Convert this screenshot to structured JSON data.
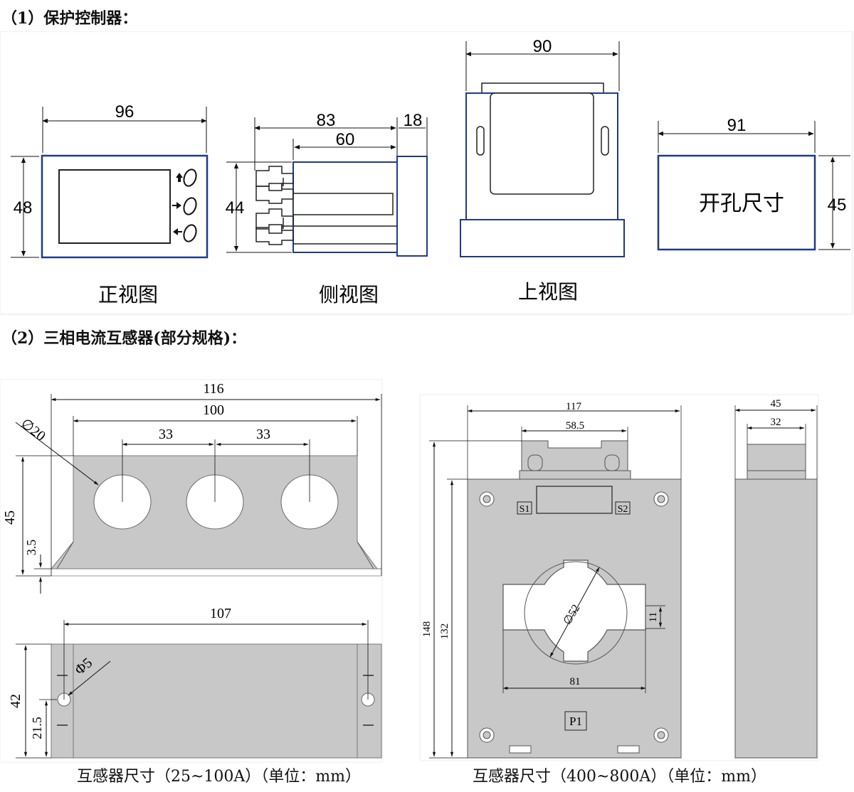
{
  "section1": {
    "heading": "（1）保护控制器：",
    "front_view": {
      "label": "正视图",
      "width": "96",
      "height": "48"
    },
    "side_view": {
      "label": "侧视图",
      "depth": "83",
      "body_depth": "60",
      "front_depth": "18",
      "height": "44"
    },
    "top_view": {
      "label": "上视图",
      "width": "90"
    },
    "cutout": {
      "text": "开孔尺寸",
      "width": "91",
      "height": "45"
    }
  },
  "section2": {
    "heading": "（2）三相电流互感器(部分规格)：",
    "small_ct": {
      "top_view": {
        "overall": "116",
        "hole_span": "100",
        "pitch1": "33",
        "pitch2": "33",
        "hole_dia": "∅20",
        "height": "45",
        "foot": "3.5"
      },
      "bottom_view": {
        "mount_span": "107",
        "mount_hole": "Φ5",
        "height": "42",
        "hole_height": "21.5"
      },
      "caption": "互感器尺寸（25~100A）（单位：mm）"
    },
    "large_ct": {
      "front": {
        "width": "117",
        "term_width": "58.5",
        "total_height": "148",
        "body_height": "132",
        "window_dia": "∅52",
        "slot": "11",
        "window_width": "81",
        "s1": "S1",
        "s2": "S2",
        "p1": "P1"
      },
      "side": {
        "depth": "45",
        "term_depth": "32"
      },
      "caption": "互感器尺寸（400~800A）（单位：mm）"
    }
  },
  "colors": {
    "outline_blue": "#1f3a8a",
    "ct_gray": "#c8c8c8",
    "line": "#111111"
  }
}
